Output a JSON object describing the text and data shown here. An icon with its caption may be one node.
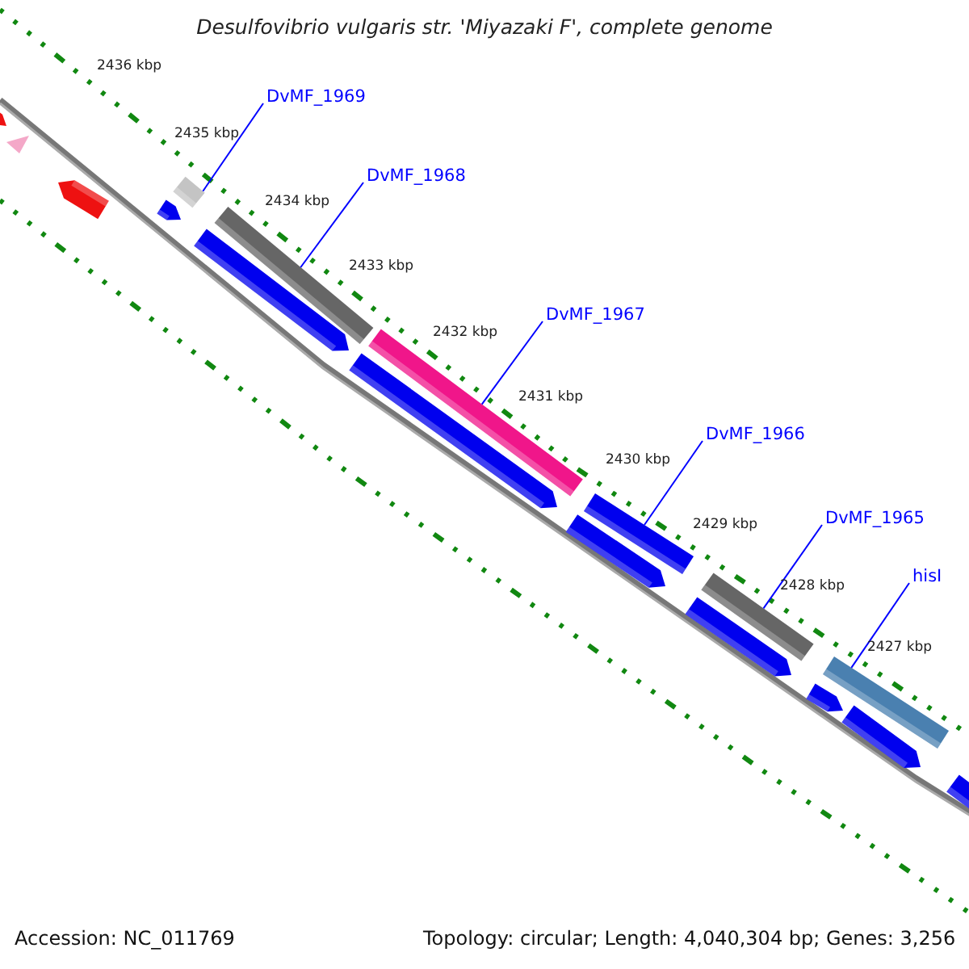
{
  "diagram": {
    "title": "Desulfovibrio vulgaris str. 'Miyazaki F', complete genome",
    "nodes": [
      {
        "text": [
          "DvMF_1969"
        ]
      },
      {
        "text": [
          "DvMF_1968"
        ]
      },
      {
        "text": [
          "DvMF_1967"
        ]
      },
      {
        "text": [
          "DvMF_1966"
        ]
      },
      {
        "text": [
          "DvMF_1965"
        ]
      },
      {
        "text": [
          "hisI"
        ]
      },
      {
        "text": [],
        "shape": "bar"
      },
      {
        "text": [],
        "shape": "triangle"
      },
      {
        "text": [],
        "shape": "bar"
      },
      {
        "text": [],
        "shape": "bar"
      },
      {
        "text": [],
        "shape": "bar"
      },
      {
        "text": [],
        "shape": "bar"
      },
      {
        "text": [],
        "shape": "bar"
      },
      {
        "text": [],
        "shape": "bar"
      },
      {
        "text": [],
        "shape": "bar"
      },
      {
        "text": [],
        "shape": "bar"
      },
      {
        "text": [],
        "shape": "bar"
      },
      {
        "text": [],
        "shape": "bar"
      },
      {
        "text": [],
        "shape": "bar"
      },
      {
        "text": [],
        "shape": "bar"
      },
      {
        "text": [],
        "shape": "bar"
      },
      {
        "text": [],
        "shape": "bar"
      },
      {
        "text": [],
        "shape": "bar"
      }
    ],
    "edges": [
      {
        "from": 0,
        "to": 10,
        "arrow": "none"
      },
      {
        "from": 1,
        "to": 11,
        "arrow": "none"
      },
      {
        "from": 2,
        "to": 13,
        "arrow": "none"
      },
      {
        "from": 3,
        "to": 15,
        "arrow": "none"
      },
      {
        "from": 4,
        "to": 17,
        "arrow": "none"
      },
      {
        "from": 5,
        "to": 20,
        "arrow": "none"
      }
    ],
    "labels": [
      "2436 kbp",
      "2435 kbp",
      "2434 kbp",
      "2433 kbp",
      "2432 kbp",
      "2431 kbp",
      "2430 kbp",
      "2429 kbp",
      "2428 kbp",
      "2427 kbp",
      "Accession: NC_011769",
      "Topology: circular; Length: 4,040,304 bp; Genes: 3,256"
    ]
  }
}
